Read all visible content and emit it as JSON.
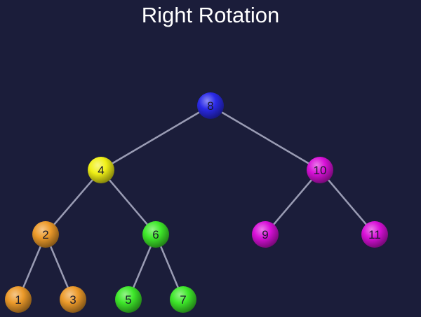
{
  "title": "Right Rotation",
  "colors": {
    "background": "#1b1d3a",
    "edge": "#9a9cb4",
    "blue": "#2a2ae8",
    "yellow": "#f0f016",
    "magenta": "#d810d8",
    "orange": "#ec9a2a",
    "green": "#3ee82a"
  },
  "nodes": [
    {
      "id": "n8",
      "label": "8",
      "color": "blue"
    },
    {
      "id": "n4",
      "label": "4",
      "color": "yellow"
    },
    {
      "id": "n10",
      "label": "10",
      "color": "magenta"
    },
    {
      "id": "n2",
      "label": "2",
      "color": "orange"
    },
    {
      "id": "n6",
      "label": "6",
      "color": "green"
    },
    {
      "id": "n9",
      "label": "9",
      "color": "magenta"
    },
    {
      "id": "n11",
      "label": "11",
      "color": "magenta"
    },
    {
      "id": "n1",
      "label": "1",
      "color": "orange"
    },
    {
      "id": "n3",
      "label": "3",
      "color": "orange"
    },
    {
      "id": "n5",
      "label": "5",
      "color": "green"
    },
    {
      "id": "n7",
      "label": "7",
      "color": "green"
    }
  ],
  "edges": [
    {
      "from": "n8",
      "to": "n4"
    },
    {
      "from": "n8",
      "to": "n10"
    },
    {
      "from": "n4",
      "to": "n2"
    },
    {
      "from": "n4",
      "to": "n6"
    },
    {
      "from": "n10",
      "to": "n9"
    },
    {
      "from": "n10",
      "to": "n11"
    },
    {
      "from": "n2",
      "to": "n1"
    },
    {
      "from": "n2",
      "to": "n3"
    },
    {
      "from": "n6",
      "to": "n5"
    },
    {
      "from": "n6",
      "to": "n7"
    }
  ]
}
